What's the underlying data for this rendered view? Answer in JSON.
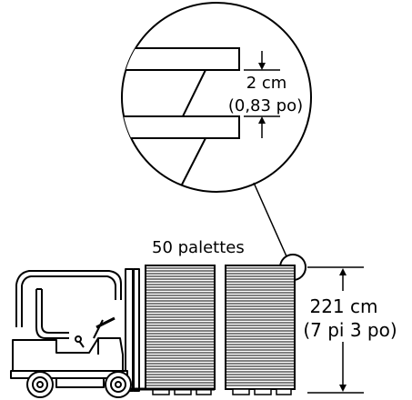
{
  "labels": {
    "pallet_count": "50 palettes",
    "gap_metric": "2 cm",
    "gap_imperial": "(0,83 po)",
    "height_metric": "221 cm",
    "height_imperial": "(7 pi 3 po)"
  },
  "colors": {
    "line": "#000000",
    "background": "#ffffff"
  }
}
